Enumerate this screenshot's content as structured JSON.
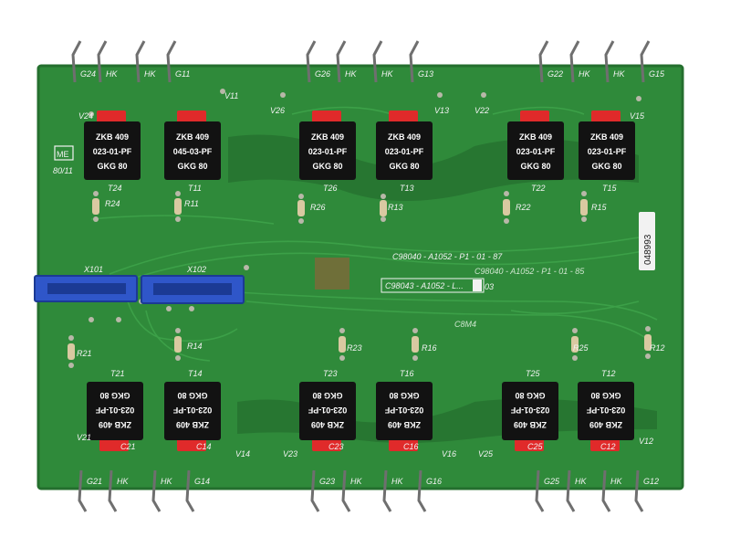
{
  "colors": {
    "board": "#2f8a3a",
    "board_dark": "#1f5e27",
    "trace": "#3ea34a",
    "solder_mask_edge": "#246f2e",
    "relay_body": "#121212",
    "relay_cap": "#e02a2a",
    "connector": "#2f56c9",
    "pin": "#6f6f6f",
    "silk": "#f2f2f2",
    "sticker": "#f2f2f2",
    "background": "#ffffff"
  },
  "board": {
    "logo_text": "ME",
    "date_code": "80/11",
    "serial_sticker": "048993",
    "pcb_code_1": "C98040 - A1052 - P1 - 01 - 87",
    "pcb_code_2": "C98040 - A1052 - P1 - 01 - 85",
    "pcb_code_3": "C98043 - A1052 - L...",
    "pcb_code_3_suffix": "03",
    "marking_mid": "C8M4"
  },
  "top_pin_labels": [
    "G24",
    "HK",
    "HK",
    "G11",
    "G26",
    "HK",
    "HK",
    "G13",
    "G22",
    "HK",
    "HK",
    "G15"
  ],
  "bottom_pin_labels": [
    "G21",
    "HK",
    "HK",
    "G14",
    "G23",
    "HK",
    "HK",
    "G16",
    "G25",
    "HK",
    "HK",
    "G12"
  ],
  "connectors": [
    {
      "label": "X101"
    },
    {
      "label": "X102"
    }
  ],
  "relays_top": [
    {
      "line1": "ZKB 409",
      "line2": "023-01-PF",
      "line3": "GKG 80",
      "ref": "T24"
    },
    {
      "line1": "ZKB 409",
      "line2": "045-03-PF",
      "line3": "GKG 80",
      "ref": "T11"
    },
    {
      "line1": "ZKB 409",
      "line2": "023-01-PF",
      "line3": "GKG 80",
      "ref": "T26"
    },
    {
      "line1": "ZKB 409",
      "line2": "023-01-PF",
      "line3": "GKG 80",
      "ref": "T13"
    },
    {
      "line1": "ZKB 409",
      "line2": "023-01-PF",
      "line3": "GKG 80",
      "ref": "T22"
    },
    {
      "line1": "ZKB 409",
      "line2": "023-01-PF",
      "line3": "GKG 80",
      "ref": "T15"
    }
  ],
  "relays_bottom": [
    {
      "line1": "ZKB 409",
      "line2": "023-01-PF",
      "line3": "GKG 80",
      "ref": "T21"
    },
    {
      "line1": "ZKB 409",
      "line2": "023-01-PF",
      "line3": "GKG 80",
      "ref": "T14"
    },
    {
      "line1": "ZKB 409",
      "line2": "023-01-PF",
      "line3": "GKG 80",
      "ref": "T23"
    },
    {
      "line1": "ZKB 409",
      "line2": "023-01-PF",
      "line3": "GKG 80",
      "ref": "T16"
    },
    {
      "line1": "ZKB 409",
      "line2": "023-01-PF",
      "line3": "GKG 80",
      "ref": "T25"
    },
    {
      "line1": "ZKB 409",
      "line2": "023-01-PF",
      "line3": "GKG 80",
      "ref": "T12"
    }
  ],
  "resistor_labels_top": [
    "R24",
    "R11",
    "R26",
    "R13",
    "R22",
    "R15"
  ],
  "resistor_labels_bottom": [
    "R21",
    "R14",
    "R23",
    "R16",
    "R25",
    "R12"
  ],
  "diode_labels_top": [
    "V24",
    "V11",
    "V26",
    "V13",
    "V22",
    "V15"
  ],
  "diode_labels_bottom": [
    "V21",
    "V14",
    "V23",
    "V16",
    "V25",
    "V12"
  ],
  "capacitor_labels_bottom": [
    "C21",
    "C14",
    "C23",
    "C16",
    "C25",
    "C12"
  ]
}
